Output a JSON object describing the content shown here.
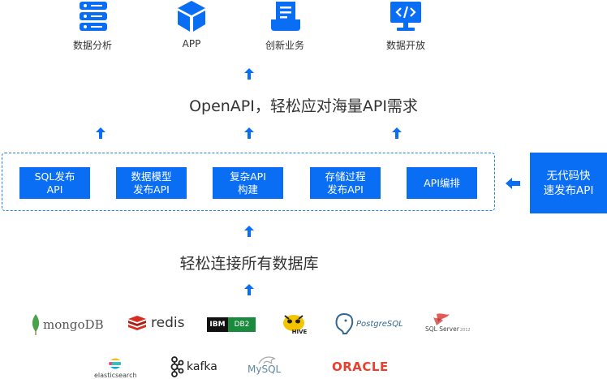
{
  "top_items": [
    {
      "label": "数据分析",
      "icon": "server-stack-icon"
    },
    {
      "label": "APP",
      "icon": "cube-icon"
    },
    {
      "label": "创新业务",
      "icon": "document-icon"
    },
    {
      "label": "数据开放",
      "icon": "code-monitor-icon"
    }
  ],
  "main_heading": "OpenAPI，轻松应对海量API需求",
  "process_boxes": [
    "SQL发布\nAPI",
    "数据模型\n发布API",
    "复杂API\n构建",
    "存储过程\n发布API",
    "API编排"
  ],
  "side_box": "无代码快\n速发布API",
  "bottom_heading": "轻松连接所有数据库",
  "databases": {
    "mongodb": "mongoDB",
    "redis": "redis",
    "db2_ibm": "IBM",
    "db2": "DB2",
    "hive": "HIVE",
    "postgresql": "PostgreSQL",
    "sqlserver": "SQL Server",
    "sqlserver_version": "2012",
    "elasticsearch": "elasticsearch",
    "kafka": "kafka",
    "mysql": "MySQL",
    "oracle": "ORACLE"
  },
  "colors": {
    "primary": "#0a6ef5",
    "mongodb_green": "#4aa24b",
    "redis_red": "#d82c20",
    "oracle_red": "#e8402e"
  }
}
